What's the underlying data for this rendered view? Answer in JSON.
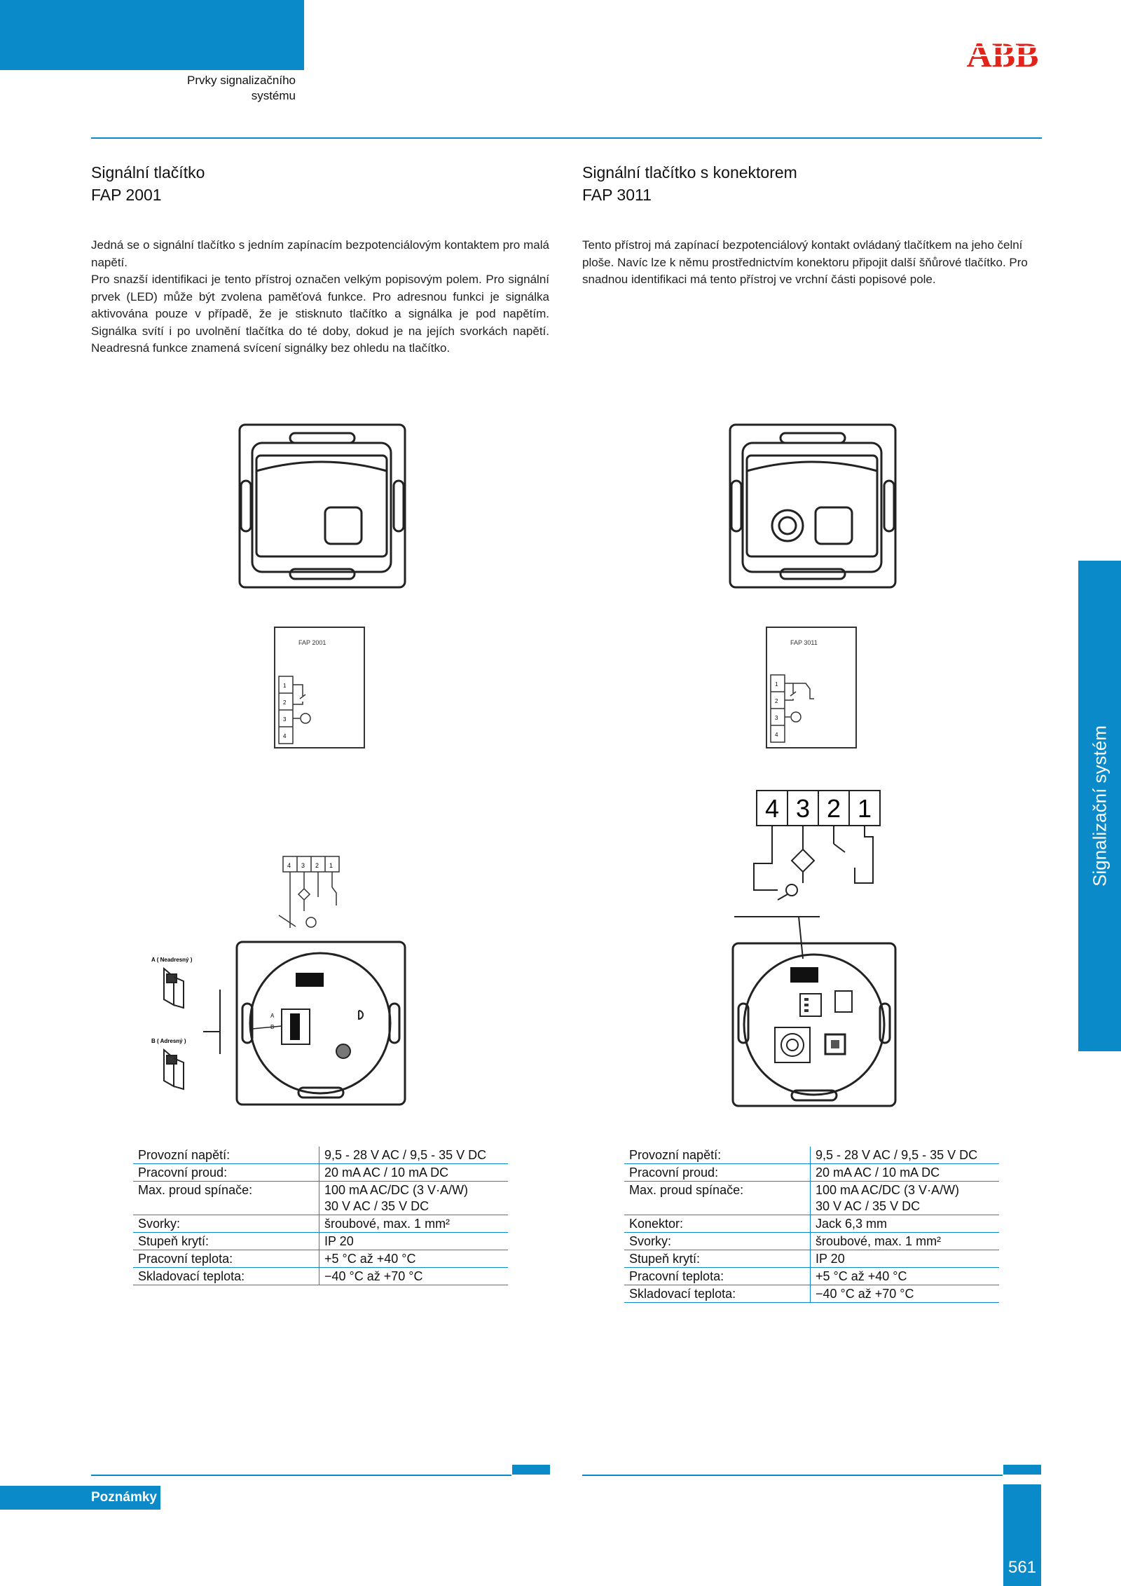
{
  "header": {
    "title": "Technické údaje",
    "subtitle_line1": "Prvky signalizačního",
    "subtitle_line2": "systému"
  },
  "brand": {
    "logo_text": "ABB",
    "logo_color": "#e2231a"
  },
  "accent_color": "#0a8ac9",
  "left": {
    "title_line1": "Signální tlačítko",
    "title_line2": "FAP 2001",
    "para1": "Jedná se o signální tlačítko s jedním zapínacím bezpotenciálovým kontaktem pro malá napětí.",
    "para2": "Pro snazší identifikaci je tento přístroj označen velkým popisovým polem. Pro signální prvek (LED) může být zvolena paměťová funkce. Pro adresnou funkci je signálka aktivována pouze v případě, že je stisknuto tlačítko a signálka je pod napětím. Signálka svítí i po uvolnění tlačítka do té doby, dokud je na jejích svorkách napětí. Neadresná funkce znamená svícení signálky bez ohledu na tlačítko.",
    "diagram": {
      "label_box": "FAP 2001",
      "terminals": [
        "1",
        "2",
        "3",
        "4"
      ],
      "strip": [
        "4",
        "3",
        "2",
        "1"
      ],
      "option_a": "A ( Neadresný )",
      "option_b": "B ( Adresný )",
      "switch_marks": [
        "A",
        "B"
      ]
    },
    "specs": [
      {
        "k": "Provozní napětí:",
        "v": "9,5 - 28 V AC / 9,5 - 35 V DC"
      },
      {
        "k": "Pracovní proud:",
        "v": "20 mA AC / 10 mA DC"
      },
      {
        "k": "Max. proud spínače:",
        "v": "100 mA AC/DC (3 V·A/W)",
        "v2": "30 V AC / 35 V DC"
      },
      {
        "k": "Svorky:",
        "v": "šroubové, max. 1 mm²"
      },
      {
        "k": "Stupeň krytí:",
        "v": "IP 20"
      },
      {
        "k": "Pracovní teplota:",
        "v": "+5 °C až +40 °C"
      },
      {
        "k": "Skladovací teplota:",
        "v": "−40 °C až +70 °C"
      }
    ]
  },
  "right": {
    "title_line1": "Signální tlačítko s konektorem",
    "title_line2": "FAP 3011",
    "para1": "Tento přístroj má zapínací bezpotenciálový kontakt ovládaný tlačítkem na jeho čelní ploše. Navíc lze k němu prostřednictvím konektoru připojit další šňůrové tlačítko. Pro snadnou identifikaci má tento přístroj ve vrchní části popisové pole.",
    "diagram": {
      "label_box": "FAP 3011",
      "terminals": [
        "1",
        "2",
        "3",
        "4"
      ],
      "strip": [
        "4",
        "3",
        "2",
        "1"
      ]
    },
    "specs": [
      {
        "k": "Provozní napětí:",
        "v": "9,5 - 28 V AC / 9,5 - 35 V DC"
      },
      {
        "k": "Pracovní proud:",
        "v": "20 mA AC / 10 mA DC"
      },
      {
        "k": "Max. proud spínače:",
        "v": "100 mA AC/DC (3 V·A/W)",
        "v2": "30 V AC / 35 V DC"
      },
      {
        "k": "Konektor:",
        "v": "Jack 6,3 mm"
      },
      {
        "k": "Svorky:",
        "v": "šroubové, max. 1 mm²"
      },
      {
        "k": "Stupeň krytí:",
        "v": "IP 20"
      },
      {
        "k": "Pracovní teplota:",
        "v": "+5 °C až +40 °C"
      },
      {
        "k": "Skladovací teplota:",
        "v": "−40 °C až +70 °C"
      }
    ]
  },
  "side_tab": {
    "label": "Signalizační systém"
  },
  "footer": {
    "notes_label": "Poznámky",
    "page_number": "561"
  }
}
